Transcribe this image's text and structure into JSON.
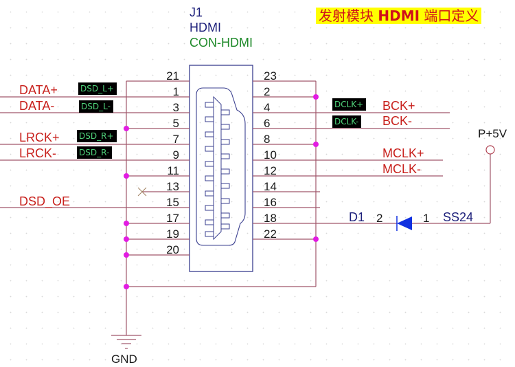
{
  "title": {
    "prefix": "发射模块",
    "mid": "HDMI",
    "suffix": "端口定义"
  },
  "component": {
    "ref": "J1",
    "value": "HDMI",
    "footprint": "CON-HDMI"
  },
  "left_pins": [
    "21",
    "1",
    "3",
    "5",
    "7",
    "9",
    "11",
    "13",
    "15",
    "17",
    "19",
    "20"
  ],
  "right_pins": [
    "23",
    "2",
    "4",
    "6",
    "8",
    "10",
    "12",
    "14",
    "16",
    "18",
    "22"
  ],
  "left_nets": {
    "data_p": "DATA+",
    "data_n": "DATA-",
    "lrck_p": "LRCK+",
    "lrck_n": "LRCK-",
    "dsd_oe": "DSD_OE"
  },
  "left_tags": {
    "dsd_l_p": "DSD_L+",
    "dsd_l_n": "DSD_L-",
    "dsd_r_p": "DSD_R+",
    "dsd_r_n": "DSD_R-"
  },
  "right_nets": {
    "bck_p": "BCK+",
    "bck_n": "BCK-",
    "mclk_p": "MCLK+",
    "mclk_n": "MCLK-"
  },
  "right_tags": {
    "dclk_p": "DCLK+",
    "dclk_n": "DCLK-"
  },
  "diode": {
    "ref": "D1",
    "pin_a": "2",
    "pin_k": "1",
    "part": "SS24"
  },
  "power": {
    "label": "P+5V"
  },
  "ground": {
    "label": "GND"
  },
  "colors": {
    "wire": "#a0566a",
    "junction": "#e21ce2",
    "net_label": "#c8201c",
    "body": "#3a3f8f",
    "diode": "#1030e0"
  }
}
